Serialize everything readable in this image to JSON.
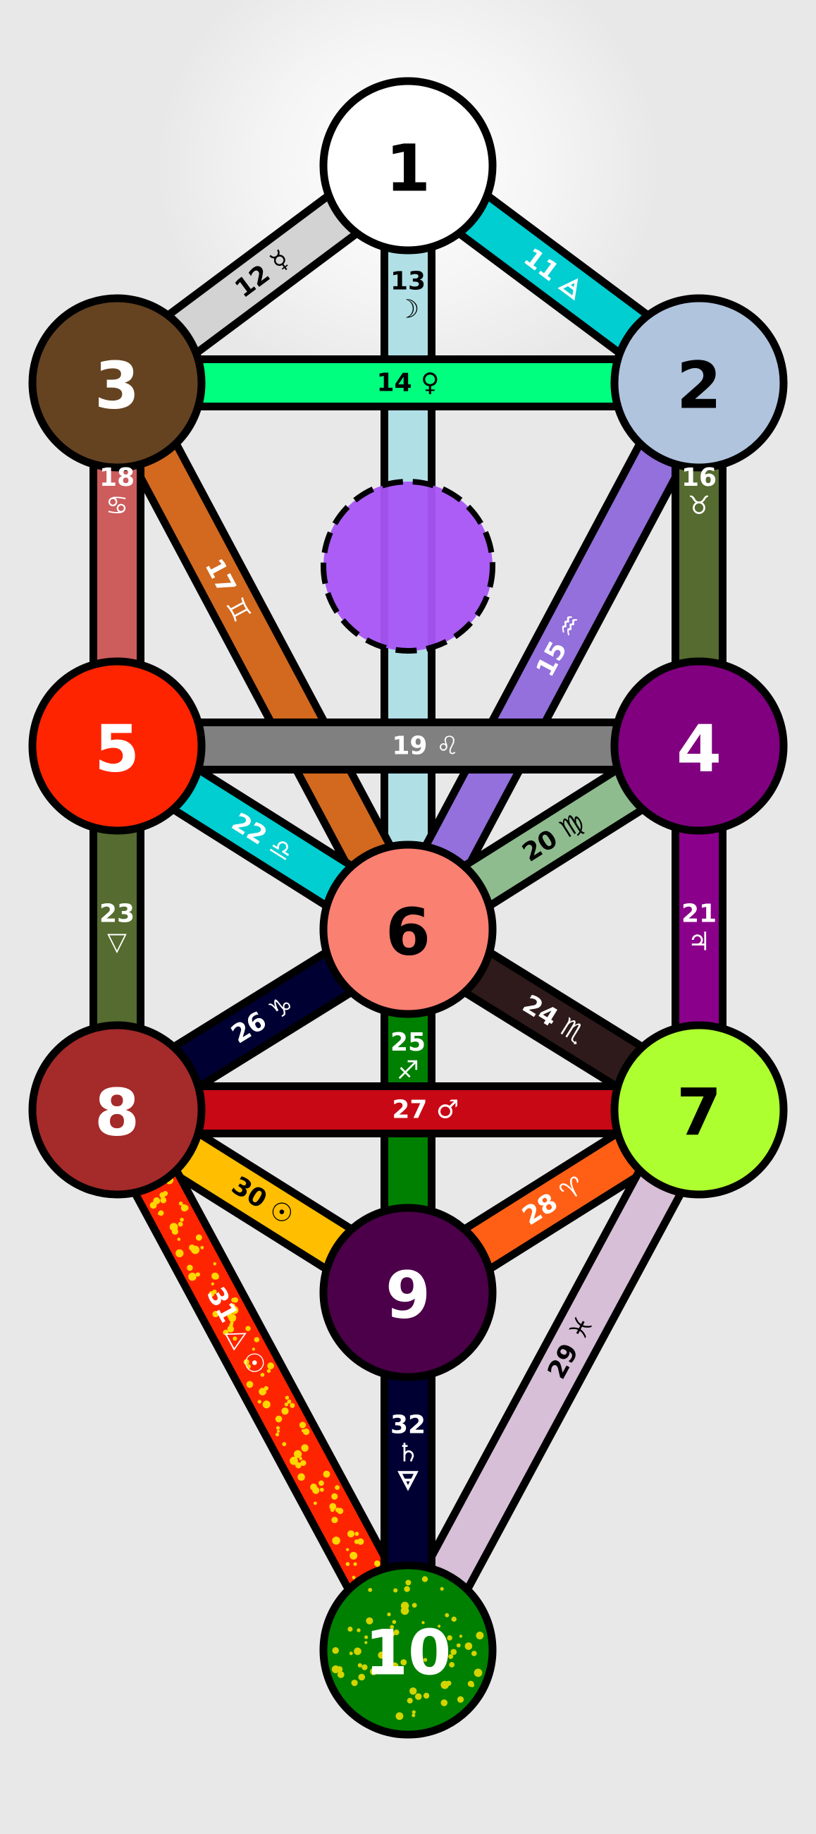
{
  "colors": {
    "background": "#e8e8e8",
    "outline": "#000000",
    "glow": "#ffffff"
  },
  "sephirot": [
    {
      "id": "1",
      "label": "1",
      "fill": "#ffffff",
      "text_color": "#000000"
    },
    {
      "id": "2",
      "label": "2",
      "fill": "#b0c4de",
      "text_color": "#000000"
    },
    {
      "id": "3",
      "label": "3",
      "fill": "#654321",
      "text_color": "#ffffff"
    },
    {
      "id": "4",
      "label": "4",
      "fill": "#800080",
      "text_color": "#ffffff"
    },
    {
      "id": "5",
      "label": "5",
      "fill": "#ff2400",
      "text_color": "#ffffff"
    },
    {
      "id": "6",
      "label": "6",
      "fill": "#fa8072",
      "text_color": "#000000"
    },
    {
      "id": "7",
      "label": "7",
      "fill": "#adff2f",
      "text_color": "#000000"
    },
    {
      "id": "8",
      "label": "8",
      "fill": "#a52a2a",
      "text_color": "#ffffff"
    },
    {
      "id": "9",
      "label": "9",
      "fill": "#4b0049",
      "text_color": "#ffffff"
    },
    {
      "id": "10",
      "label": "10",
      "fill": "#008000",
      "text_color": "#ffffff"
    },
    {
      "id": "daath",
      "label": "",
      "fill": "#a855f7",
      "text_color": "#000000"
    }
  ],
  "paths": [
    {
      "number": "11",
      "from": "1",
      "to": "2",
      "label_lines": [
        "11 🜁"
      ],
      "fill": "#00ced1",
      "text_color": "#ffffff"
    },
    {
      "number": "12",
      "from": "1",
      "to": "3",
      "label_lines": [
        "12 ☿"
      ],
      "fill": "#d3d3d3",
      "text_color": "#000000"
    },
    {
      "number": "13",
      "from": "1",
      "to": "6",
      "label_lines": [
        "13",
        "☽"
      ],
      "fill": "#b0e0e6",
      "text_color": "#000000"
    },
    {
      "number": "14",
      "from": "2",
      "to": "3",
      "label_lines": [
        "14 ♀"
      ],
      "fill": "#00ff7f",
      "text_color": "#000000"
    },
    {
      "number": "15",
      "from": "2",
      "to": "6",
      "label_lines": [
        "15 ♒"
      ],
      "fill": "#9370db",
      "text_color": "#ffffff"
    },
    {
      "number": "16",
      "from": "2",
      "to": "4",
      "label_lines": [
        "16",
        "♉"
      ],
      "fill": "#556b2f",
      "text_color": "#ffffff"
    },
    {
      "number": "17",
      "from": "3",
      "to": "6",
      "label_lines": [
        "17 ♊"
      ],
      "fill": "#d2691e",
      "text_color": "#ffffff"
    },
    {
      "number": "18",
      "from": "3",
      "to": "5",
      "label_lines": [
        "18",
        "♋"
      ],
      "fill": "#cd5c5c",
      "text_color": "#ffffff"
    },
    {
      "number": "19",
      "from": "4",
      "to": "5",
      "label_lines": [
        "19 ♌"
      ],
      "fill": "#808080",
      "text_color": "#ffffff"
    },
    {
      "number": "20",
      "from": "4",
      "to": "6",
      "label_lines": [
        "20 ♍"
      ],
      "fill": "#8fbc8f",
      "text_color": "#000000"
    },
    {
      "number": "21",
      "from": "4",
      "to": "7",
      "label_lines": [
        "21",
        "♃"
      ],
      "fill": "#8b008b",
      "text_color": "#ffffff"
    },
    {
      "number": "22",
      "from": "5",
      "to": "6",
      "label_lines": [
        "22 ♎"
      ],
      "fill": "#00ced1",
      "text_color": "#ffffff"
    },
    {
      "number": "23",
      "from": "5",
      "to": "8",
      "label_lines": [
        "23",
        "▽"
      ],
      "fill": "#556b2f",
      "text_color": "#ffffff"
    },
    {
      "number": "24",
      "from": "6",
      "to": "7",
      "label_lines": [
        "24 ♏"
      ],
      "fill": "#2e1a1a",
      "text_color": "#ffffff"
    },
    {
      "number": "25",
      "from": "6",
      "to": "9",
      "label_lines": [
        "25",
        "♐"
      ],
      "fill": "#008000",
      "text_color": "#ffffff"
    },
    {
      "number": "26",
      "from": "6",
      "to": "8",
      "label_lines": [
        "26 ♑"
      ],
      "fill": "#000033",
      "text_color": "#ffffff"
    },
    {
      "number": "27",
      "from": "7",
      "to": "8",
      "label_lines": [
        "27 ♂"
      ],
      "fill": "#c80815",
      "text_color": "#ffffff"
    },
    {
      "number": "28",
      "from": "7",
      "to": "9",
      "label_lines": [
        "28 ♈"
      ],
      "fill": "#ff5f15",
      "text_color": "#ffffff"
    },
    {
      "number": "29",
      "from": "7",
      "to": "10",
      "label_lines": [
        "29 ♓"
      ],
      "fill": "#d8bfd8",
      "text_color": "#000000"
    },
    {
      "number": "30",
      "from": "8",
      "to": "9",
      "label_lines": [
        "30 ☉"
      ],
      "fill": "#ffbf00",
      "text_color": "#000000"
    },
    {
      "number": "31",
      "from": "8",
      "to": "10",
      "label_lines": [
        "31 △ ☉"
      ],
      "fill": "#ff2400",
      "text_color": "#ffffff"
    },
    {
      "number": "32",
      "from": "9",
      "to": "10",
      "label_lines": [
        "32",
        "♄",
        "🜃"
      ],
      "fill": "#000033",
      "text_color": "#ffffff"
    }
  ]
}
